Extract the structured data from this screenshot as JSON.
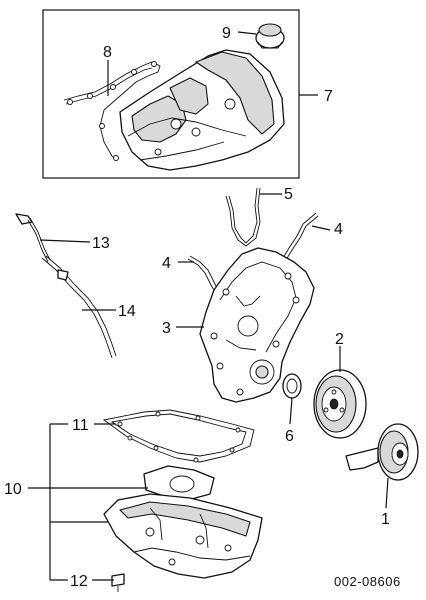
{
  "callouts": {
    "c1": "1",
    "c2": "2",
    "c3": "3",
    "c4a": "4",
    "c4b": "4",
    "c5": "5",
    "c6": "6",
    "c7": "7",
    "c8": "8",
    "c9": "9",
    "c10": "10",
    "c11": "11",
    "c12": "12",
    "c13": "13",
    "c14": "14"
  },
  "diagram_code": "002-08606"
}
